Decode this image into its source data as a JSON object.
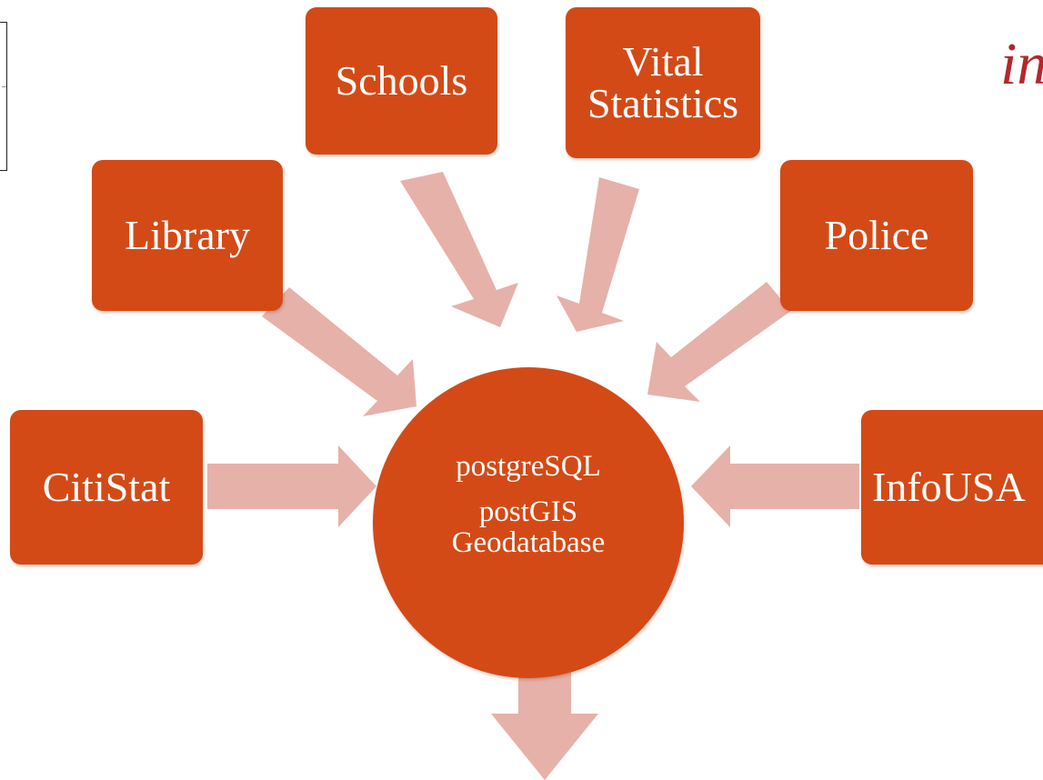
{
  "sources": [
    {
      "id": "schools",
      "label": "Schools"
    },
    {
      "id": "vital-statistics",
      "label": "Vital\nStatistics"
    },
    {
      "id": "library",
      "label": "Library"
    },
    {
      "id": "police",
      "label": "Police"
    },
    {
      "id": "citistat",
      "label": "CitiStat"
    },
    {
      "id": "infousa",
      "label": "InfoUSA"
    }
  ],
  "hub": {
    "line1": "postgreSQL",
    "line2": "postGIS\nGeodatabase"
  },
  "corner_text": "in",
  "colors": {
    "box": "#d34a17",
    "arrow": "#e6b1a9",
    "accent_text": "#b5262c"
  }
}
